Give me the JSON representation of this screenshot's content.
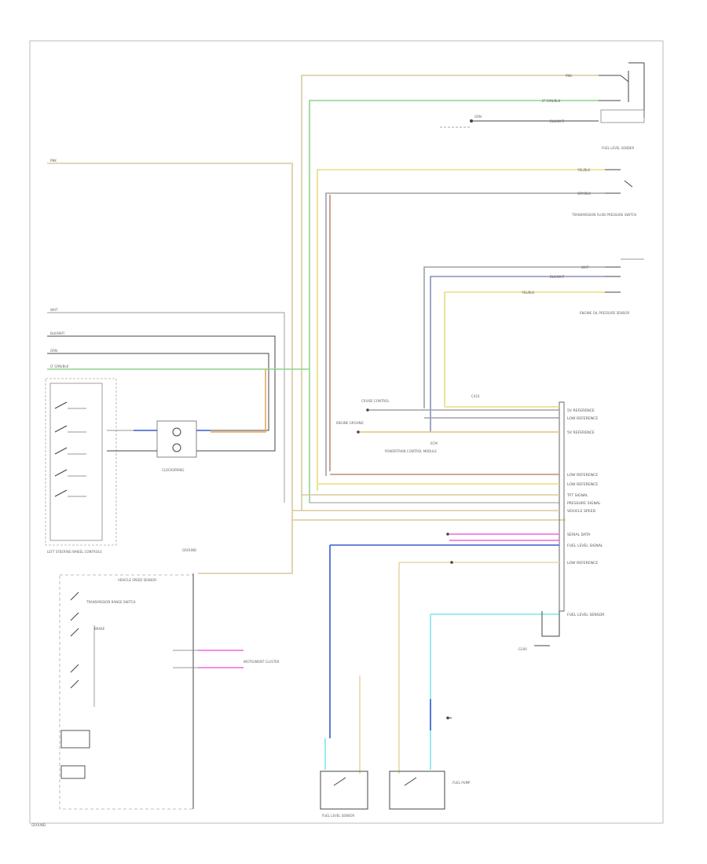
{
  "colors": {
    "tan": "#d9c89a",
    "green": "#8fd48f",
    "yellow": "#e8de7a",
    "grey": "#a0a0a8",
    "brown": "#c08a7a",
    "orange": "#e6a85a",
    "blue": "#3a5ad0",
    "cyan": "#7ee6ea",
    "pink": "#ee66dd",
    "light_grey": "#c8c8c8"
  },
  "labels": {
    "pnk_top": "PNK",
    "lt_grn_blk": "LT GRN/BLK",
    "blk_wht": "BLK/WHT",
    "grn": "GRN",
    "fuel_level_sender": "FUEL LEVEL SENDER",
    "yel_blk": "YEL/BLK",
    "gry_blk": "GRY/BLK",
    "trans_sensor": "TRANSMISSION FLUID PRESSURE SWITCH",
    "pnk_left": "PNK",
    "wht": "WHT",
    "blk_wht2": "BLK/WHT",
    "yel_blk2": "YEL/BLK",
    "engine_sensor": "ENGINE OIL PRESSURE SENSOR",
    "wht_left": "WHT",
    "blk_wht_left": "BLK/WHT",
    "grn_left": "GRN",
    "lt_grn_blk_left": "LT GRN/BLK",
    "switch_panel": "LEFT STEERING WHEEL CONTROLS",
    "clockspring": "CLOCKSPRING",
    "engine_ground": "ENGINE GROUND",
    "c410": "C410",
    "pcm_connector": "POWERTRAIN CONTROL MODULE",
    "cruise_control": "CRUISE CONTROL",
    "ecm": "ECM",
    "ground_left": "GROUND",
    "vehicle_speed": "VEHICLE SPEED SENSOR",
    "instrument_cluster": "INSTRUMENT CLUSTER",
    "transmission_range": "TRANSMISSION RANGE SWITCH",
    "brake": "BRAKE",
    "fuel_level_sensor": "FUEL LEVEL SENSOR",
    "fuel_pump": "FUEL PUMP",
    "g100": "G100",
    "ground_bottom": "GROUND",
    "row_labels": [
      "5V REFERENCE",
      "LOW REFERENCE",
      "5V REFERENCE",
      "LOW REFERENCE",
      "LOW REFERENCE",
      "TFT SIGNAL",
      "PRESSURE SIGNAL",
      "VEHICLE SPEED",
      "SERIAL DATA",
      "FUEL LEVEL SIGNAL",
      "LOW REFERENCE",
      "FUEL LEVEL SENSOR"
    ]
  }
}
